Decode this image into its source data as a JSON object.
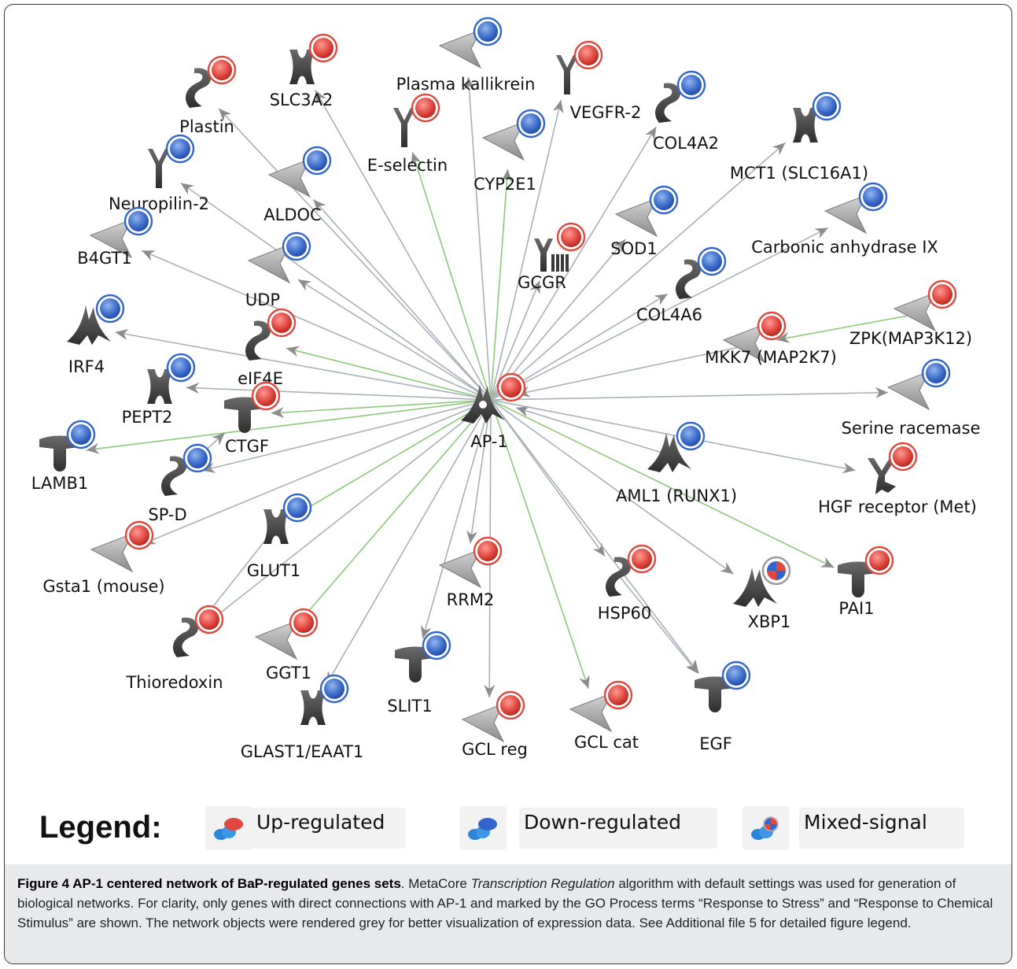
{
  "hub": {
    "label": "AP-1",
    "status": "up"
  },
  "nodes": [
    {
      "label": "Plastin",
      "status": "up",
      "shape": "hook"
    },
    {
      "label": "SLC3A2",
      "status": "up",
      "shape": "transporter"
    },
    {
      "label": "Plasma kallikrein",
      "status": "down",
      "shape": "arrowhead"
    },
    {
      "label": "VEGFR-2",
      "status": "up",
      "shape": "receptor"
    },
    {
      "label": "COL4A2",
      "status": "down",
      "shape": "hook"
    },
    {
      "label": "E-selectin",
      "status": "up",
      "shape": "receptor"
    },
    {
      "label": "CYP2E1",
      "status": "down",
      "shape": "arrowhead"
    },
    {
      "label": "MCT1 (SLC16A1)",
      "status": "down",
      "shape": "transporter"
    },
    {
      "label": "Neuropilin-2",
      "status": "down",
      "shape": "receptor"
    },
    {
      "label": "ALDOC",
      "status": "down",
      "shape": "arrowhead"
    },
    {
      "label": "Carbonic anhydrase IX",
      "status": "down",
      "shape": "arrowhead"
    },
    {
      "label": "B4GT1",
      "status": "down",
      "shape": "arrowhead"
    },
    {
      "label": "GCGR",
      "status": "up",
      "shape": "gpcr"
    },
    {
      "label": "SOD1",
      "status": "down",
      "shape": "arrowhead"
    },
    {
      "label": "UDP",
      "status": "down",
      "shape": "arrowhead"
    },
    {
      "label": "COL4A6",
      "status": "down",
      "shape": "hook"
    },
    {
      "label": "IRF4",
      "status": "down",
      "shape": "tf"
    },
    {
      "label": "eIF4E",
      "status": "up",
      "shape": "hook"
    },
    {
      "label": "ZPK(MAP3K12)",
      "status": "up",
      "shape": "arrowhead"
    },
    {
      "label": "MKK7 (MAP2K7)",
      "status": "up",
      "shape": "arrowhead"
    },
    {
      "label": "PEPT2",
      "status": "down",
      "shape": "transporter"
    },
    {
      "label": "Serine racemase",
      "status": "down",
      "shape": "arrowhead"
    },
    {
      "label": "CTGF",
      "status": "up",
      "shape": "ligand"
    },
    {
      "label": "LAMB1",
      "status": "down",
      "shape": "ligand"
    },
    {
      "label": "SP-D",
      "status": "down",
      "shape": "hook"
    },
    {
      "label": "AML1 (RUNX1)",
      "status": "down",
      "shape": "tf"
    },
    {
      "label": "HGF receptor (Met)",
      "status": "up",
      "shape": "kinase-receptor"
    },
    {
      "label": "GLUT1",
      "status": "down",
      "shape": "transporter"
    },
    {
      "label": "Gsta1 (mouse)",
      "status": "up",
      "shape": "arrowhead"
    },
    {
      "label": "RRM2",
      "status": "up",
      "shape": "arrowhead"
    },
    {
      "label": "HSP60",
      "status": "up",
      "shape": "hook"
    },
    {
      "label": "PAI1",
      "status": "up",
      "shape": "ligand"
    },
    {
      "label": "XBP1",
      "status": "mixed",
      "shape": "tf"
    },
    {
      "label": "Thioredoxin",
      "status": "up",
      "shape": "hook"
    },
    {
      "label": "GGT1",
      "status": "up",
      "shape": "arrowhead"
    },
    {
      "label": "SLIT1",
      "status": "down",
      "shape": "ligand"
    },
    {
      "label": "GLAST1/EAAT1",
      "status": "down",
      "shape": "transporter"
    },
    {
      "label": "GCL reg",
      "status": "up",
      "shape": "arrowhead"
    },
    {
      "label": "GCL cat",
      "status": "up",
      "shape": "arrowhead"
    },
    {
      "label": "EGF",
      "status": "down",
      "shape": "ligand"
    }
  ],
  "legend": {
    "title": "Legend:",
    "items": [
      {
        "label": "Up-regulated",
        "status": "up"
      },
      {
        "label": "Down-regulated",
        "status": "down"
      },
      {
        "label": "Mixed-signal",
        "status": "mixed"
      }
    ]
  },
  "caption": {
    "bold": "Figure 4 AP-1 centered network of BaP-regulated genes sets",
    "part1": ". MetaCore ",
    "italic": "Transcription Regulation",
    "part2": " algorithm with default settings was used for generation of biological networks. For clarity, only genes with direct connections with AP-1 and marked by the GO Process terms “Response to Stress” and “Response to Chemical Stimulus” are shown. The network objects were rendered grey for better visualization of expression data. See Additional file 5 for detailed figure legend."
  },
  "colors": {
    "up": "#e0473f",
    "down": "#3366cc",
    "node": "#4d4d4d",
    "edge_grey": "#a9b0b8",
    "edge_green": "#8cc97a"
  }
}
